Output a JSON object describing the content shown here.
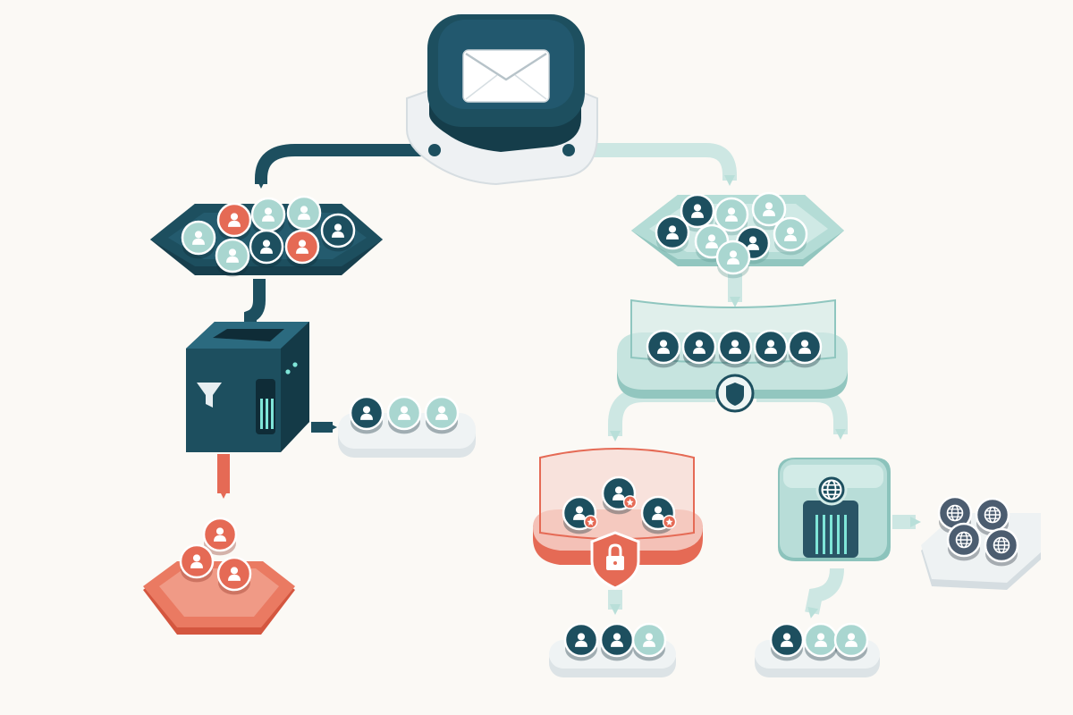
{
  "colors": {
    "background": "#fbf9f5",
    "navy": "#1d4f5f",
    "navy_dark": "#153d4a",
    "mint": "#a9d6d0",
    "mint_light": "#d3ebe7",
    "coral": "#e56a55",
    "coral_light": "#f4c1b7",
    "slate": "#4c5d70",
    "tray_white": "#e8edef"
  },
  "icons": {
    "source": "envelope-icon",
    "person": "person-icon",
    "filter": "funnel-icon",
    "shield": "shield-icon",
    "lock": "lock-icon",
    "star": "star-icon",
    "globe": "globe-icon"
  },
  "groups": {
    "left_pool": 8,
    "left_pool_flagged": 2,
    "filter_output": 3,
    "rejected": 3,
    "right_pool": 8,
    "screened_row": 5,
    "protected": 3,
    "protected_output": 3,
    "external": 4,
    "gateway_output": 3
  }
}
